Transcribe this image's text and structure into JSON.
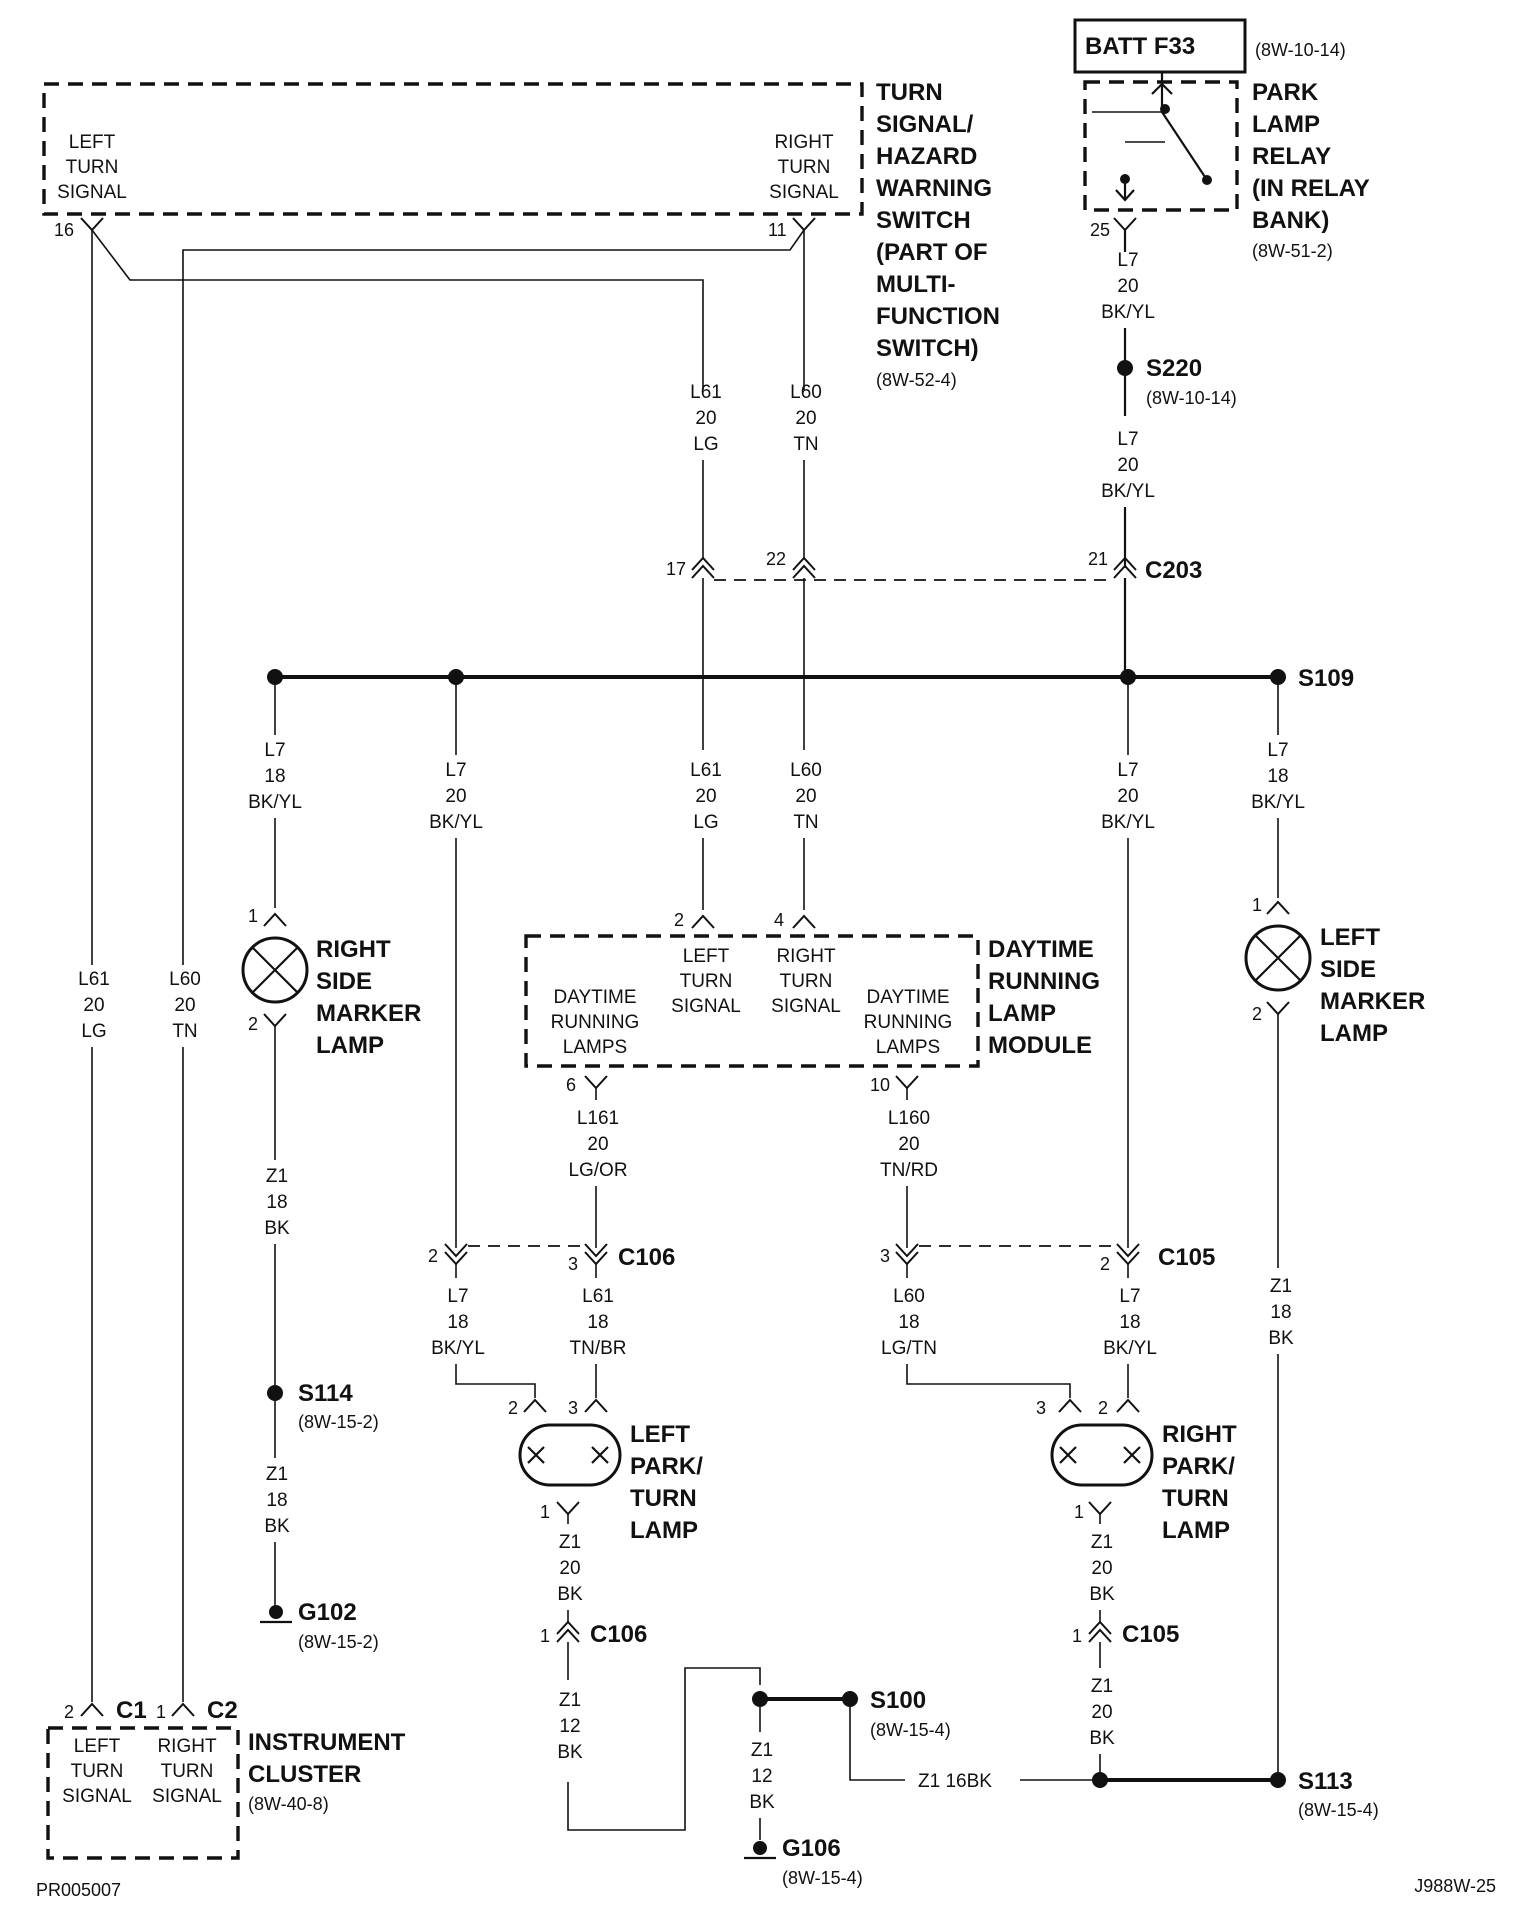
{
  "batt_fuse": "BATT F33",
  "batt_ref": "(8W-10-14)",
  "relay": {
    "lines": [
      "PARK",
      "LAMP",
      "RELAY",
      "(IN RELAY",
      "BANK)"
    ],
    "ref": "(8W-51-2)",
    "pin": "25"
  },
  "wire_l7_20": [
    "L7",
    "20",
    "BK/YL"
  ],
  "wire_l7_18": [
    "L7",
    "18",
    "BK/YL"
  ],
  "wire_l61_20": [
    "L61",
    "20",
    "LG"
  ],
  "wire_l60_20": [
    "L60",
    "20",
    "TN"
  ],
  "wire_l161": [
    "L161",
    "20",
    "LG/OR"
  ],
  "wire_l160": [
    "L160",
    "20",
    "TN/RD"
  ],
  "wire_l61_18": [
    "L61",
    "18",
    "TN/BR"
  ],
  "wire_l60_18": [
    "L60",
    "18",
    "LG/TN"
  ],
  "wire_z1_18": [
    "Z1",
    "18",
    "BK"
  ],
  "wire_z1_20": [
    "Z1",
    "20",
    "BK"
  ],
  "wire_z1_12": [
    "Z1",
    "12",
    "BK"
  ],
  "wire_z1_16": "Z1  16BK",
  "s220": {
    "label": "S220",
    "ref": "(8W-10-14)"
  },
  "c203": {
    "label": "C203",
    "pins": [
      "17",
      "22",
      "21"
    ]
  },
  "s109": "S109",
  "switch": {
    "left_label": [
      "LEFT",
      "TURN",
      "SIGNAL"
    ],
    "right_label": [
      "RIGHT",
      "TURN",
      "SIGNAL"
    ],
    "left_pin": "16",
    "right_pin": "11",
    "title": [
      "TURN",
      "SIGNAL/",
      "HAZARD",
      "WARNING",
      "SWITCH",
      "(PART OF",
      "MULTI-",
      "FUNCTION",
      "SWITCH)"
    ],
    "ref": "(8W-52-4)"
  },
  "right_side_marker": {
    "title": [
      "RIGHT",
      "SIDE",
      "MARKER",
      "LAMP"
    ],
    "pin_in": "1",
    "pin_out": "2"
  },
  "left_side_marker": {
    "title": [
      "LEFT",
      "SIDE",
      "MARKER",
      "LAMP"
    ],
    "pin_in": "1",
    "pin_out": "2"
  },
  "drl_module": {
    "title": [
      "DAYTIME",
      "RUNNING",
      "LAMP",
      "MODULE"
    ],
    "drl_left": [
      "DAYTIME",
      "RUNNING",
      "LAMPS"
    ],
    "left_turn": [
      "LEFT",
      "TURN",
      "SIGNAL"
    ],
    "right_turn": [
      "RIGHT",
      "TURN",
      "SIGNAL"
    ],
    "drl_right": [
      "DAYTIME",
      "RUNNING",
      "LAMPS"
    ],
    "pins": {
      "left_turn": "2",
      "right_turn": "4",
      "drl_left": "6",
      "drl_right": "10"
    }
  },
  "c106": {
    "label": "C106",
    "pins": [
      "2",
      "3"
    ],
    "ground_pin": "1"
  },
  "c105": {
    "label": "C105",
    "pins": [
      "3",
      "2"
    ],
    "ground_pin": "1"
  },
  "left_park_turn": {
    "title": [
      "LEFT",
      "PARK/",
      "TURN",
      "LAMP"
    ],
    "pins": [
      "2",
      "3",
      "1"
    ]
  },
  "right_park_turn": {
    "title": [
      "RIGHT",
      "PARK/",
      "TURN",
      "LAMP"
    ],
    "pins": [
      "3",
      "2",
      "1"
    ]
  },
  "s114": {
    "label": "S114",
    "ref": "(8W-15-2)"
  },
  "g102": {
    "label": "G102",
    "ref": "(8W-15-2)"
  },
  "s100": {
    "label": "S100",
    "ref": "(8W-15-4)"
  },
  "s113": {
    "label": "S113",
    "ref": "(8W-15-4)"
  },
  "g106": {
    "label": "G106",
    "ref": "(8W-15-4)"
  },
  "cluster": {
    "title": [
      "INSTRUMENT",
      "CLUSTER"
    ],
    "ref": "(8W-40-8)",
    "left_label": [
      "LEFT",
      "TURN",
      "SIGNAL"
    ],
    "right_label": [
      "RIGHT",
      "TURN",
      "SIGNAL"
    ],
    "c1": "C1",
    "c2": "C2",
    "c1_pin": "2",
    "c2_pin": "1"
  },
  "footer_left": "PR005007",
  "footer_right": "J988W-25"
}
